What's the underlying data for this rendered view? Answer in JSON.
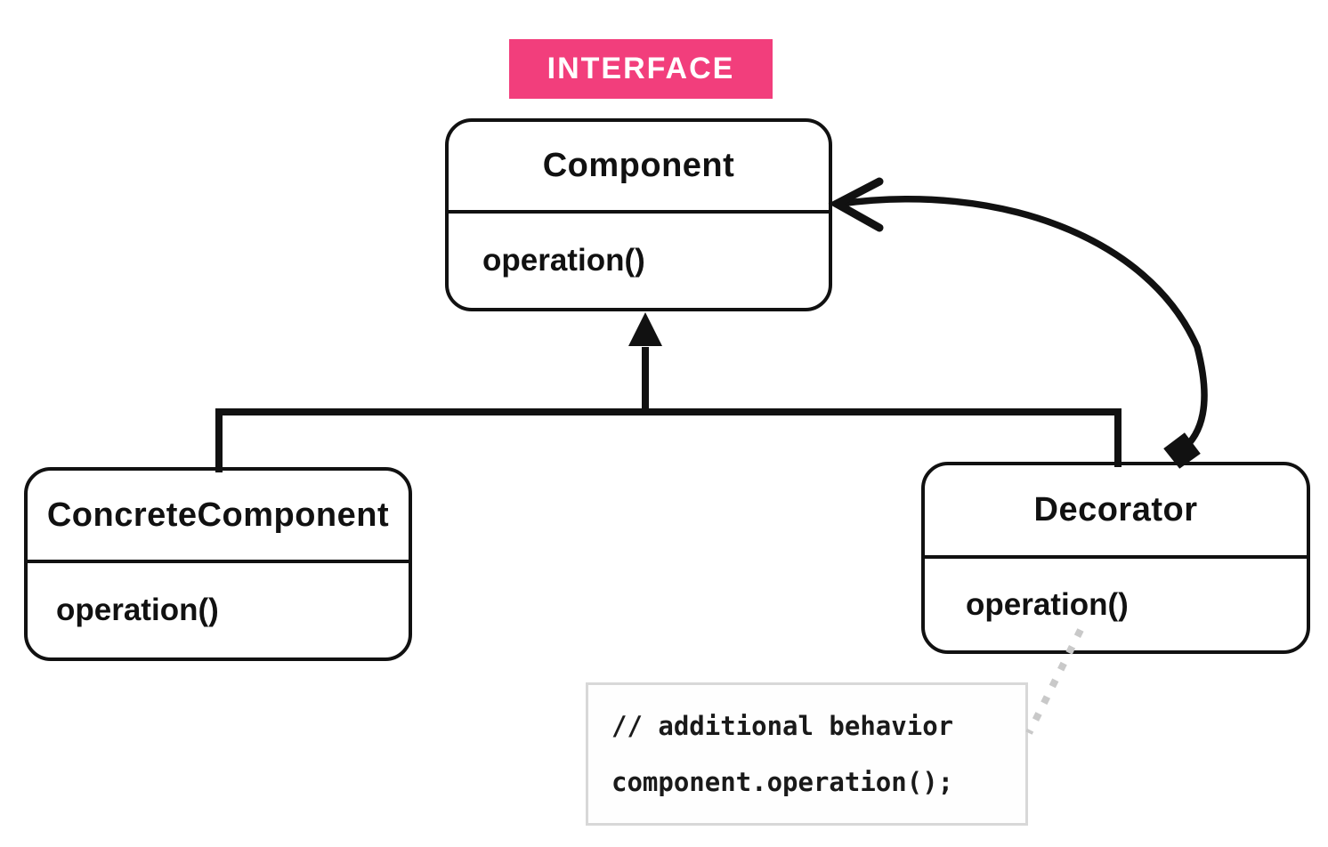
{
  "diagram": {
    "interface_tag": "INTERFACE",
    "classes": [
      {
        "name": "Component",
        "method": "operation()",
        "stereotype_tag": "INTERFACE"
      },
      {
        "name": "ConcreteComponent",
        "method": "operation()"
      },
      {
        "name": "Decorator",
        "method": "operation()"
      }
    ],
    "note": {
      "lines": [
        "// additional behavior",
        "component.operation();"
      ]
    },
    "edges": [
      {
        "type": "inheritance",
        "from": "ConcreteComponent",
        "to": "Component"
      },
      {
        "type": "inheritance",
        "from": "Decorator",
        "to": "Component"
      },
      {
        "type": "aggregation-association",
        "from": "Decorator",
        "to": "Component"
      },
      {
        "type": "note-link",
        "from": "Decorator.operation()",
        "to": "code-note"
      }
    ],
    "colors": {
      "background": "#ffffff",
      "tag_background": "#f23e7c",
      "tag_text": "#ffffff",
      "line": "#111111",
      "note_border": "#d8d8d8",
      "note_link_dots": "#c9c9c9",
      "text": "#111111"
    }
  }
}
